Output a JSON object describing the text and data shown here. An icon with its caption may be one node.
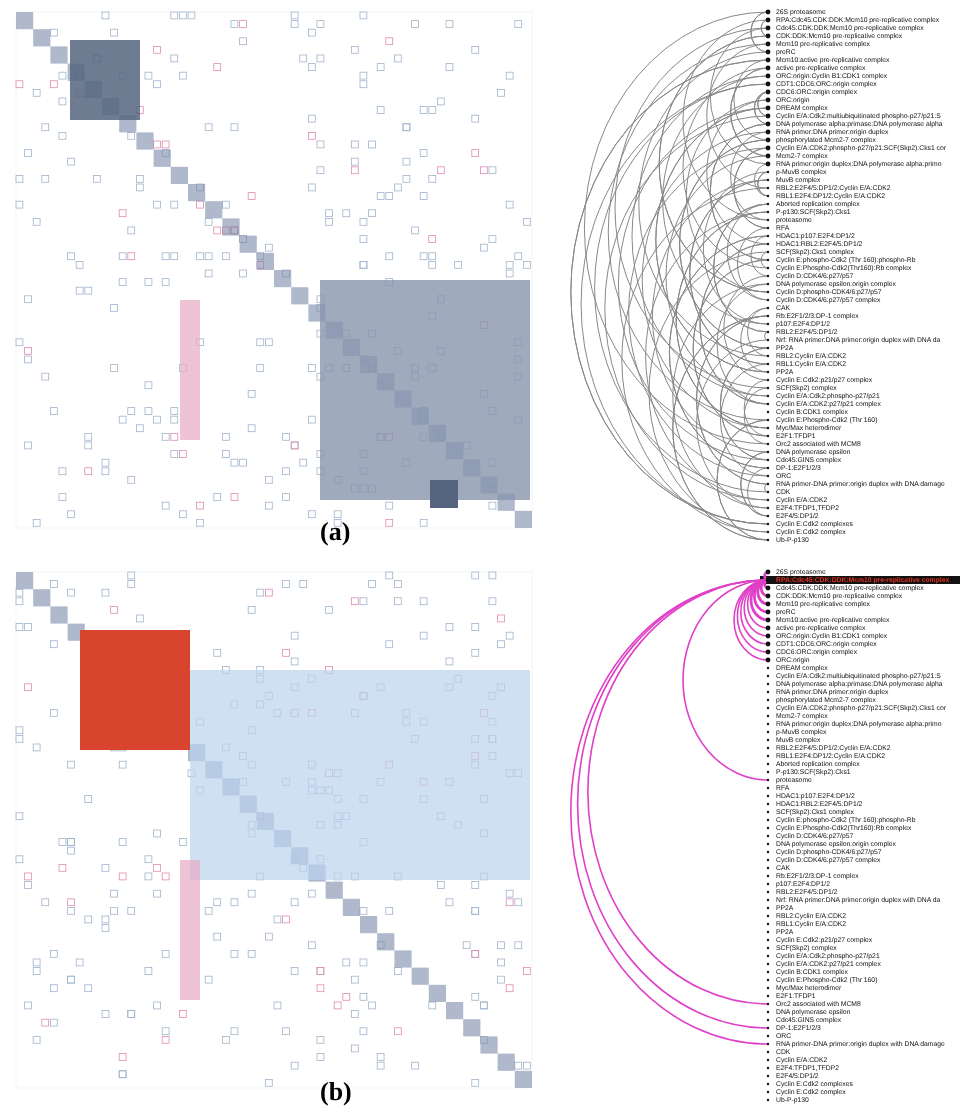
{
  "diagram": {
    "labels": [
      "26S proteasome",
      "RPA:Cdc45:CDK:DDK:Mcm10 pre-replicative complex",
      "Cdc45:CDK:DDK:Mcm10 pre-replicative complex",
      "CDK:DDK:Mcm10 pre-replicative complex",
      "Mcm10 pre-replicative complex",
      "preRC",
      "Mcm10:active pre-replicative complex",
      "active pre-replicative complex",
      "ORC:origin:Cyclin B1:CDK1 complex",
      "CDT1:CDC6:ORC:origin complex",
      "CDC6:ORC:origin complex",
      "ORC:origin",
      "DREAM complex",
      "Cyclin E/A:Cdk2:multiubiquitinated phospho-p27/p21:S",
      "DNA polymerase alpha:primase:DNA polymerase alpha",
      "RNA primer:DNA primer:origin duplex",
      "phosphorylated Mcm2-7 complex",
      "Cyclin E/A:CDK2:phospho-p27/p21:SCF(Skp2):Cks1 cor",
      "Mcm2-7 complex",
      "RNA primer:origin duplex:DNA polymerase alpha:primo",
      "p-MuvB complex",
      "MuvB complex",
      "RBL2:E2F4/5:DP1/2:Cyclin E/A:CDK2",
      "RBL1:E2F4:DP1/2:Cyclin E/A:CDK2",
      "Aborted replication complex",
      "P-p130:SCF(Skp2):Cks1",
      "proteasome",
      "RFA",
      "HDAC1:p107:E2F4:DP1/2",
      "HDAC1:RBL2:E2F4/5:DP1/2",
      "SCF(Skp2):Cks1 complex",
      "Cyclin E:phospho-Cdk2 (Thr 160):phospho-Rb",
      "Cyclin E:Phospho-Cdk2(Thr160):Rb complex",
      "Cyclin D:CDK4/6:p27/p57",
      "DNA polymerase epsilon:origin complex",
      "Cyclin D:phospho-CDK4/6:p27/p57",
      "Cyclin D:CDK4/6:p27/p57 complex",
      "CAK",
      "Rb:E2F1/2/3:DP-1 complex",
      "p107:E2F4:DP1/2",
      "RBL2:E2F4/5:DP1/2",
      "Nrf: RNA primer:DNA primer:origin duplex with DNA da",
      "PP2A",
      "RBL2:Cyclin E/A:CDK2",
      "RBL1:Cyclin E/A:CDK2",
      "PP2A",
      "Cyclin E:Cdk2:p21/p27 complex",
      "SCF(Skp2) complex",
      "Cyclin E/A:Cdk2:phospho-p27/p21",
      "Cyclin E/A:CDK2:p27/p21 complex",
      "Cyclin B:CDK1 complex",
      "Cyclin E:Phospho-Cdk2 (Thr 160)",
      "Myc/Max heterodimer",
      "E2F1:TFDP1",
      "Orc2 associated with MCM8",
      "DNA polymerase epsilon",
      "Cdc45:GINS complex",
      "DP-1:E2F1/2/3",
      "ORC",
      "RNA primer-DNA primer:origin duplex with DNA damage",
      "CDK",
      "Cyclin E/A:CDK2",
      "E2F4:TFDP1,TFDP2",
      "E2F4/5:DP1/2",
      "Cyclin E:Cdk2 complexes",
      "Cyclin E:Cdk2 complex",
      "Ub-P-p130",
      "(a)",
      "26S proteasome",
      "RPA:Cdc45:CDK:DDK:Mcm10 pre-replicative complex",
      "Cdc45:CDK:DDK:Mcm10 pre-replicative complex",
      "CDK:DDK:Mcm10 pre-replicative complex",
      "Mcm10 pre-replicative complex",
      "preRC",
      "Mcm10:active pre-replicative complex",
      "active pre-replicative complex",
      "ORC:origin:Cyclin B1:CDK1 complex",
      "CDT1:CDC6:ORC:origin complex",
      "CDC6:ORC:origin complex",
      "ORC:origin",
      "DREAM complex",
      "Cyclin E/A:Cdk2:multiubiquitinated phospho-p27/p21:S",
      "DNA polymerase alpha:primase:DNA polymerase alpha",
      "RNA primer:DNA primer:origin duplex",
      "phosphorylated Mcm2-7 complex",
      "Cyclin E/A:CDK2:phospho-p27/p21:SCF(Skp2):Cks1 cor",
      "Mcm2-7 complex",
      "RNA primer:origin duplex:DNA polymerase alpha:primo",
      "p-MuvB complex",
      "MuvB complex",
      "RBL2:E2F4/5:DP1/2:Cyclin E/A:CDK2",
      "RBL1:E2F4:DP1/2:Cyclin E/A:CDK2",
      "Aborted replication complex",
      "P-p130:SCF(Skp2):Cks1",
      "proteasome",
      "RFA",
      "HDAC1:p107:E2F4:DP1/2",
      "HDAC1:RBL2:E2F4/5:DP1/2",
      "SCF(Skp2):Cks1 complex",
      "Cyclin E:phospho-Cdk2 (Thr 160):phospho-Rb",
      "Cyclin E:Phospho-Cdk2(Thr160):Rb complex",
      "Cyclin D:CDK4/6:p27/p57",
      "DNA polymerase epsilon:origin complex",
      "Cyclin D:phospho-CDK4/6:p27/p57",
      "Cyclin D:CDK4/6:p27/p57 complex",
      "CAK",
      "Rb:E2F1/2/3:DP-1 complex",
      "p107:E2F4:DP1/2",
      "RBL2:E2F4/5:DP1/2",
      "Nrf: RNA primer:DNA primer:origin duplex with DNA da",
      "PP2A",
      "RBL2:Cyclin E/A:CDK2",
      "RBL1:Cyclin E/A:CDK2",
      "PP2A",
      "Cyclin E:Cdk2:p21/p27 complex",
      "SCF(Skp2) complex",
      "Cyclin E/A:Cdk2:phospho-p27/p21",
      "Cyclin E/A:CDK2:p27/p21 complex",
      "Cyclin B:CDK1 complex",
      "Cyclin E:Phospho-Cdk2 (Thr 160)",
      "Myc/Max heterodimer",
      "E2F1:TFDP1",
      "Orc2 associated with MCM8",
      "DNA polymerase epsilon",
      "Cdc45:GINS complex",
      "DP-1:E2F1/2/3",
      "ORC",
      "RNA primer-DNA primer:origin duplex with DNA damage",
      "CDK",
      "Cyclin E/A:CDK2",
      "E2F4:TFDP1,TFDP2",
      "E2F4/5:DP1/2",
      "Cyclin E:Cdk2 complexes",
      "Cyclin E:Cdk2 complex",
      "Ub-P-p130",
      "(b)"
    ]
  }
}
